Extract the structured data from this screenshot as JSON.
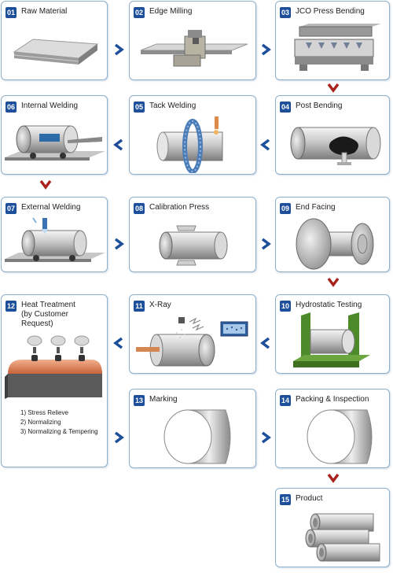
{
  "steps": [
    {
      "num": "01",
      "title": "Raw Material"
    },
    {
      "num": "02",
      "title": "Edge Milling"
    },
    {
      "num": "03",
      "title": "JCO Press Bending"
    },
    {
      "num": "04",
      "title": "Post Bending"
    },
    {
      "num": "05",
      "title": "Tack Welding"
    },
    {
      "num": "06",
      "title": "Internal Welding"
    },
    {
      "num": "07",
      "title": "External Welding"
    },
    {
      "num": "08",
      "title": "Calibration Press"
    },
    {
      "num": "09",
      "title": "End Facing"
    },
    {
      "num": "10",
      "title": "Hydrostatic Testing"
    },
    {
      "num": "11",
      "title": "X-Ray"
    },
    {
      "num": "12",
      "title_lines": [
        "Heat Treatment",
        "(by Customer",
        "Request)"
      ],
      "sub_steps": [
        "1) Stress Relieve",
        "2) Normalizing",
        "3) Normalizing & Tempering"
      ]
    },
    {
      "num": "13",
      "title": "Marking"
    },
    {
      "num": "14",
      "title": "Packing & Inspection"
    },
    {
      "num": "15",
      "title": "Product"
    }
  ],
  "colors": {
    "arrow_blue": "#1d4f9a",
    "arrow_red": "#a8231c",
    "badge": "#1d4f9a",
    "frame_green": "#4d8a2a",
    "furnace_orange": "#e08f66"
  }
}
